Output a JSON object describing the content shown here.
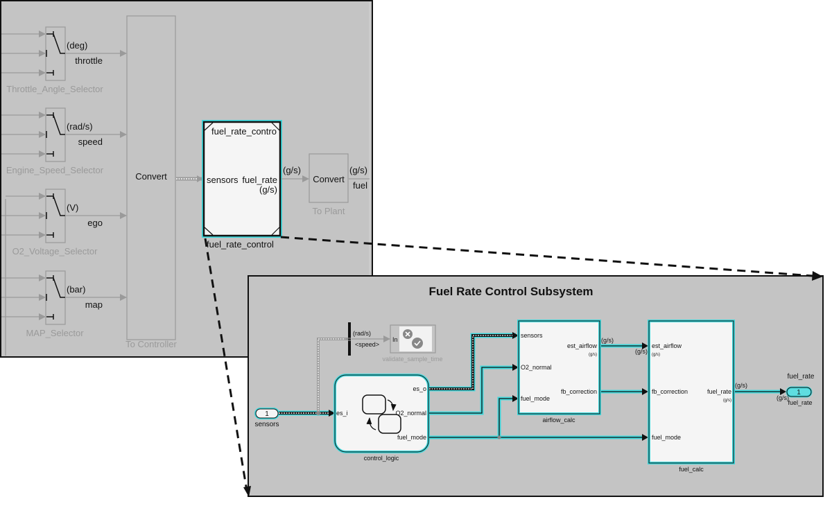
{
  "top_model": {
    "selectors": [
      {
        "name": "Throttle_Angle_Selector",
        "unit": "(deg)",
        "signal": "throttle"
      },
      {
        "name": "Engine_Speed_Selector",
        "unit": "(rad/s)",
        "signal": "speed"
      },
      {
        "name": "O2_Voltage_Selector",
        "unit": "(V)",
        "signal": "ego"
      },
      {
        "name": "MAP_Selector",
        "unit": "(bar)",
        "signal": "map"
      }
    ],
    "to_controller": {
      "label": "Convert",
      "name": "To Controller"
    },
    "fuel_rate_control_block": {
      "title": "fuel_rate_contro",
      "in_port": "sensors",
      "out_port": "fuel_rate",
      "out_unit": "(g/s)",
      "name": "fuel_rate_control"
    },
    "line_unit_out": "(g/s)",
    "to_plant": {
      "label": "Convert",
      "name": "To Plant",
      "out_unit": "(g/s)",
      "out_signal": "fuel"
    }
  },
  "subsystem": {
    "title": "Fuel Rate Control Subsystem",
    "inport": {
      "number": "1",
      "name": "sensors"
    },
    "bus_selector": {
      "unit": "(rad/s)",
      "signal": "<speed>"
    },
    "validate": {
      "port": "In",
      "name": "validate_sample_time"
    },
    "control_logic": {
      "name": "control_logic",
      "in": "es_i",
      "outs": [
        "es_o",
        "O2_normal",
        "fuel_mode"
      ]
    },
    "airflow_calc": {
      "name": "airflow_calc",
      "ins": [
        "sensors",
        "O2_normal",
        "fuel_mode"
      ],
      "outs": [
        "est_airflow",
        "fb_correction"
      ],
      "out_unit": "(g/s)"
    },
    "fuel_calc": {
      "name": "fuel_calc",
      "ins": [
        "est_airflow",
        "fb_correction",
        "fuel_mode"
      ],
      "in_unit": "(g/s)",
      "out": "fuel_rate",
      "out_unit": "(g/s)"
    },
    "line_units": {
      "est_airflow_src": "(g/s)",
      "est_airflow_dst": "(g/s)",
      "fuel_rate_src": "(g/s)",
      "fuel_rate_dst": "(g/s)"
    },
    "signal_label": "fuel_rate",
    "outport": {
      "number": "1",
      "name": "fuel_rate"
    }
  },
  "colors": {
    "canvas": "#c4c4c4",
    "block_fill": "#f5f5f5",
    "highlight": "#40d8dc",
    "dim": "#9a9a9a"
  }
}
